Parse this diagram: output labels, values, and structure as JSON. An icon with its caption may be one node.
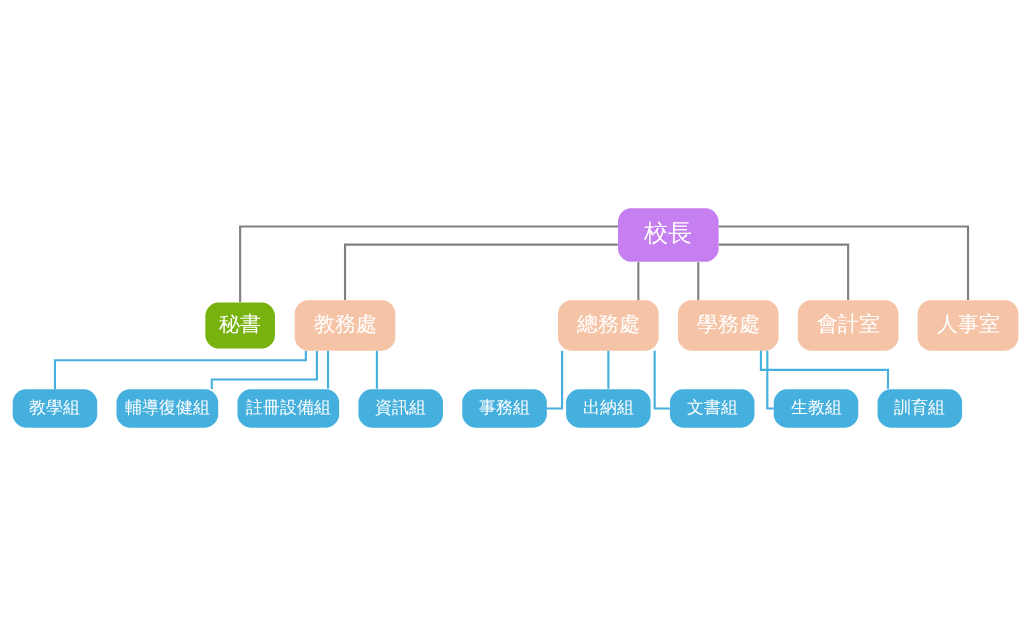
{
  "diagram": {
    "nodes": [
      {
        "text": [
          "校長"
        ]
      },
      {
        "text": [
          "秘書"
        ]
      },
      {
        "text": [
          "教務處"
        ]
      },
      {
        "text": [
          "總務處"
        ]
      },
      {
        "text": [
          "學務處"
        ]
      },
      {
        "text": [
          "會計室"
        ]
      },
      {
        "text": [
          "人事室"
        ]
      },
      {
        "text": [
          "教學組"
        ]
      },
      {
        "text": [
          "輔導復健組"
        ]
      },
      {
        "text": [
          "註冊設備組"
        ]
      },
      {
        "text": [
          "資訊組"
        ]
      },
      {
        "text": [
          "事務組"
        ]
      },
      {
        "text": [
          "出納組"
        ]
      },
      {
        "text": [
          "文書組"
        ]
      },
      {
        "text": [
          "生教組"
        ]
      },
      {
        "text": [
          "訓育組"
        ]
      }
    ],
    "edges": [
      {
        "from": 0,
        "to": 1,
        "arrow": "none",
        "color": "#808080"
      },
      {
        "from": 0,
        "to": 2,
        "arrow": "none",
        "color": "#808080"
      },
      {
        "from": 0,
        "to": 3,
        "arrow": "none",
        "color": "#808080"
      },
      {
        "from": 0,
        "to": 4,
        "arrow": "none",
        "color": "#808080"
      },
      {
        "from": 0,
        "to": 5,
        "arrow": "none",
        "color": "#808080"
      },
      {
        "from": 0,
        "to": 6,
        "arrow": "none",
        "color": "#808080"
      },
      {
        "from": 2,
        "to": 7,
        "arrow": "none"
      },
      {
        "from": 2,
        "to": 8,
        "arrow": "none"
      },
      {
        "from": 2,
        "to": 9,
        "arrow": "none"
      },
      {
        "from": 2,
        "to": 10,
        "arrow": "none"
      },
      {
        "from": 3,
        "to": 11,
        "arrow": "none"
      },
      {
        "from": 3,
        "to": 12,
        "arrow": "none"
      },
      {
        "from": 3,
        "to": 13,
        "arrow": "none"
      },
      {
        "from": 4,
        "to": 14,
        "arrow": "none"
      },
      {
        "from": 4,
        "to": 15,
        "arrow": "none"
      }
    ]
  }
}
